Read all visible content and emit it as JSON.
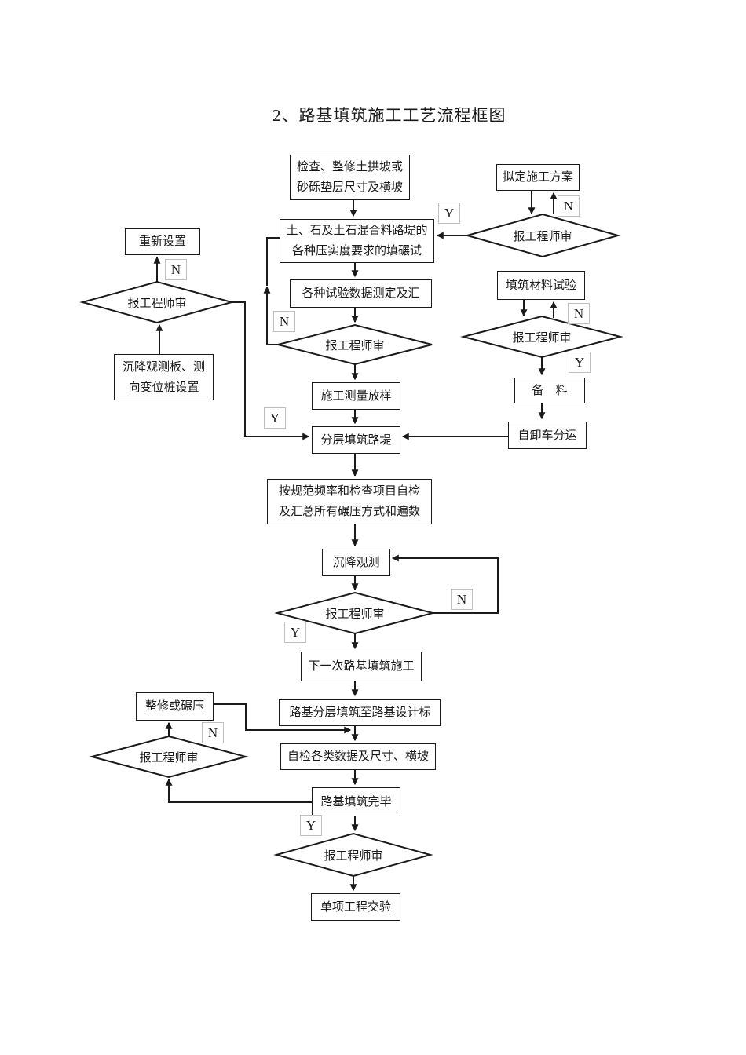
{
  "title": "2、路基填筑施工工艺流程框图",
  "decision_label": "报工程师审",
  "branch": {
    "yes": "Y",
    "no": "N"
  },
  "nodes": {
    "check_slope": "检查、整修土拱坡或\n砂砾垫层尺寸及横坡",
    "plan": "拟定施工方案",
    "fill_trial": "土、石及土石混合料路堤的\n各种压实度要求的填碾试",
    "test_data": "各种试验数据测定及汇",
    "reset": "重新设置",
    "settlement_stakes": "沉降观测板、测\n向变位桩设置",
    "survey": "施工测量放样",
    "layered_fill": "分层填筑路堤",
    "material_test": "填筑材料试验",
    "prepare": "备　料",
    "truck": "自卸车分运",
    "self_check_roll": "按规范频率和检查项目自检\n及汇总所有碾压方式和遍数",
    "settlement_obs": "沉降观测",
    "next_fill": "下一次路基填筑施工",
    "fill_to_design": "路基分层填筑至路基设计标",
    "repair_roll": "整修或碾压",
    "self_check_data": "自检各类数据及尺寸、横坡",
    "fill_done": "路基填筑完毕",
    "handover": "单项工程交验"
  }
}
